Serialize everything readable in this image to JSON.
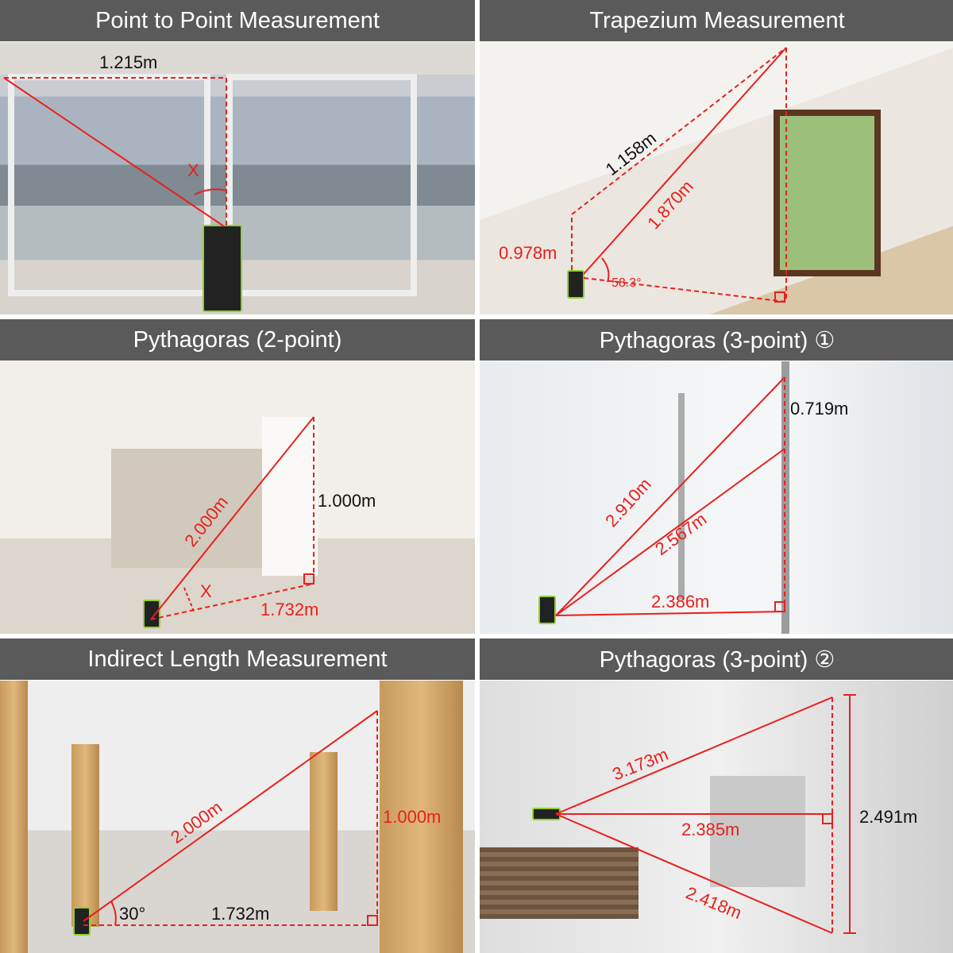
{
  "panels": [
    {
      "title": "Point to Point Measurement",
      "labels": {
        "distance": "1.215m",
        "angle": "X"
      }
    },
    {
      "title": "Trapezium Measurement",
      "labels": {
        "top": "1.158m",
        "diagonal": "1.870m",
        "side": "0.978m",
        "angle": "58.3°"
      }
    },
    {
      "title": "Pythagoras (2-point)",
      "labels": {
        "hyp": "2.000m",
        "height": "1.000m",
        "base": "1.732m",
        "angle": "X"
      }
    },
    {
      "title": "Pythagoras (3-point) ①",
      "labels": {
        "upper": "2.910m",
        "middle": "2.567m",
        "lower": "2.386m",
        "result": "0.719m"
      }
    },
    {
      "title": "Indirect Length Measurement",
      "labels": {
        "hyp": "2.000m",
        "height": "1.000m",
        "base": "1.732m",
        "angle": "30°"
      }
    },
    {
      "title": "Pythagoras (3-point) ②",
      "labels": {
        "upper": "3.173m",
        "middle": "2.385m",
        "lower": "2.418m",
        "result": "2.491m"
      }
    }
  ],
  "colors": {
    "line": "#e8201c",
    "header": "#5a5a5a"
  }
}
